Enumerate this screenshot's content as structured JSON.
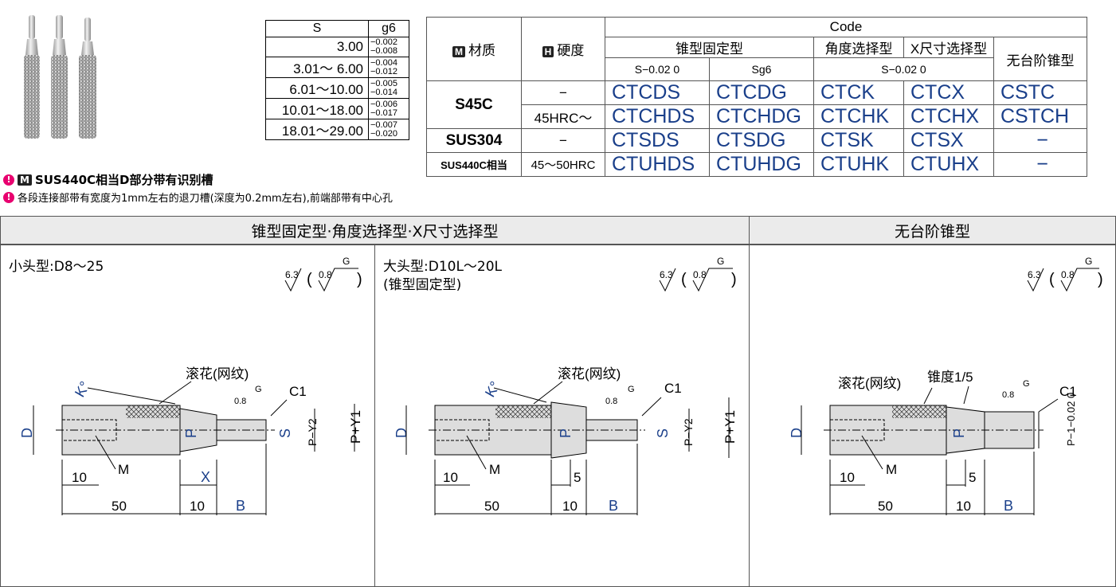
{
  "tolerance_table": {
    "headers": [
      "S",
      "g6"
    ],
    "rows": [
      {
        "s": "3.00",
        "upper": "−0.002",
        "lower": "−0.008"
      },
      {
        "s": "3.01～ 6.00",
        "upper": "−0.004",
        "lower": "−0.012"
      },
      {
        "s": "6.01～10.00",
        "upper": "−0.005",
        "lower": "−0.014"
      },
      {
        "s": "10.01～18.00",
        "upper": "−0.006",
        "lower": "−0.017"
      },
      {
        "s": "18.01～29.00",
        "upper": "−0.007",
        "lower": "−0.020"
      }
    ]
  },
  "code_table": {
    "material_badge": "M",
    "material_label": "材质",
    "hardness_badge": "H",
    "hardness_label": "硬度",
    "code_header": "Code",
    "group1": "锥型固定型",
    "group2": "角度选择型",
    "group3": "X尺寸选择型",
    "group4": "无台阶锥型",
    "sub1": "S−0.02 0",
    "sub2": "Sg6",
    "sub3": "S−0.02 0",
    "rows": [
      {
        "material": "S45C",
        "hardness": "−",
        "codes": [
          "CTCDS",
          "CTCDG",
          "CTCK",
          "CTCX",
          "CSTC"
        ]
      },
      {
        "material": "",
        "hardness": "45HRC～",
        "codes": [
          "CTCHDS",
          "CTCHDG",
          "CTCHK",
          "CTCHX",
          "CSTCH"
        ]
      },
      {
        "material": "SUS304",
        "hardness": "−",
        "codes": [
          "CTSDS",
          "CTSDG",
          "CTSK",
          "CTSX",
          "−"
        ]
      },
      {
        "material": "SUS440C相当",
        "hardness": "45～50HRC",
        "codes": [
          "CTUHDS",
          "CTUHDG",
          "CTUHK",
          "CTUHX",
          "−"
        ]
      }
    ]
  },
  "notes": [
    {
      "text": "SUS440C相当D部分带有识别槽",
      "badge": "M"
    },
    {
      "text": "各段连接部带有宽度为1mm左右的退刀槽(深度为0.2mm左右),前端部带有中心孔"
    }
  ],
  "section_headers": {
    "left": "锥型固定型·角度选择型·X尺寸选择型",
    "right": "无台阶锥型"
  },
  "panels": [
    {
      "title": "小头型:D8～25",
      "subtitle": ""
    },
    {
      "title": "大头型:D10L～20L",
      "subtitle": "(锥型固定型)"
    },
    {
      "title": "",
      "subtitle": ""
    }
  ],
  "drawing_labels": {
    "roughness": "6.3",
    "roughness_fine": "0.8",
    "g": "G",
    "knurl": "滚花(网纹)",
    "taper": "锥度1/5",
    "chamfer": "C1",
    "d": "D",
    "p": "P",
    "s": "S",
    "m": "M",
    "x": "X",
    "b": "B",
    "k": "K°",
    "p_y2": "P−Y2",
    "p_y1": "P+Y1",
    "p1": "P−1−0.02 0",
    "dim10": "10",
    "dim50": "50",
    "dim5": "5"
  },
  "colors": {
    "code_text": "#1a3f8a",
    "dim_blue": "#1a3f8a",
    "header_bg": "#ebebeb"
  }
}
